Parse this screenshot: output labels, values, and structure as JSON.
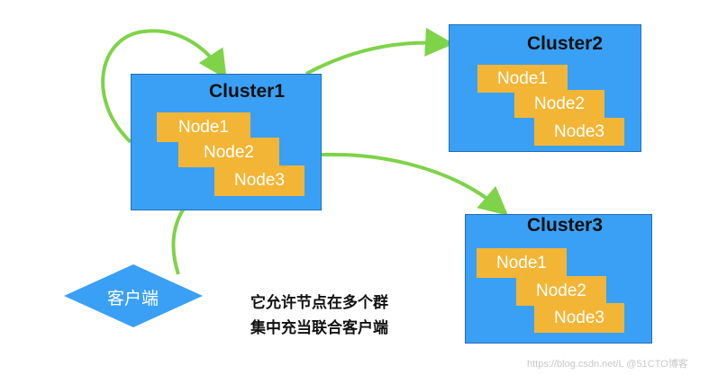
{
  "clusters": [
    {
      "title": "Cluster1",
      "nodes": [
        "Node1",
        "Node2",
        "Node3"
      ]
    },
    {
      "title": "Cluster2",
      "nodes": [
        "Node1",
        "Node2",
        "Node3"
      ]
    },
    {
      "title": "Cluster3",
      "nodes": [
        "Node1",
        "Node2",
        "Node3"
      ]
    }
  ],
  "client": {
    "label": "客户端"
  },
  "caption": {
    "line1": "它允许节点在多个群",
    "line2": "集中充当联合客户端"
  },
  "watermark": "https://blog.csdn.net/L @51CTO博客",
  "colors": {
    "cluster": "#3aa0f5",
    "node": "#f2b535",
    "arrow": "#7ed348",
    "client": "#3aa0f5"
  }
}
